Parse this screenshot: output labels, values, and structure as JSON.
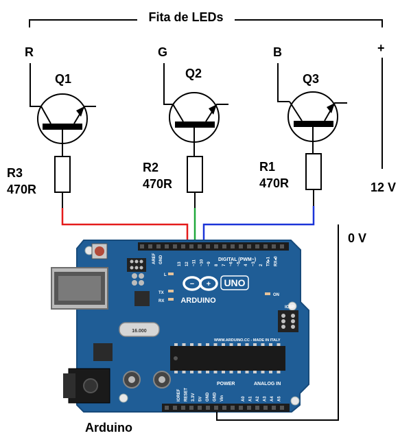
{
  "strip_label": "Fita de LEDs",
  "color_channels": {
    "red": "R",
    "green": "G",
    "blue": "B",
    "plus": "+"
  },
  "transistors": [
    {
      "name": "Q1"
    },
    {
      "name": "Q2"
    },
    {
      "name": "Q3"
    }
  ],
  "resistors": [
    {
      "name": "R3",
      "value": "470R"
    },
    {
      "name": "R2",
      "value": "470R"
    },
    {
      "name": "R1",
      "value": "470R"
    }
  ],
  "supply": {
    "v12": "12 V",
    "v0": "0 V"
  },
  "board": {
    "caption": "Arduino",
    "brand": "ARDUINO",
    "model": "UNO",
    "digital_header": "DIGITAL (PWM~)",
    "power_header": "POWER",
    "analog_header": "ANALOG IN",
    "website": "WWW.ARDUINO.CC - MADE IN ITALY",
    "crystal": "16.000",
    "aref": "AREF",
    "gnd": "GND",
    "on": "ON",
    "tx": "TX",
    "rx": "RX",
    "l": "L",
    "icsp": "ICSP",
    "digital_pins": [
      "13",
      "12",
      "~11",
      "~10",
      "~9",
      "8",
      "7",
      "~6",
      "~5",
      "4",
      "~3",
      "2",
      "TX▸1",
      "RX◂0"
    ],
    "power_pins": [
      "IOREF",
      "RESET",
      "3.3V",
      "5V",
      "GND",
      "GND",
      "Vin"
    ],
    "analog_pins": [
      "A0",
      "A1",
      "A2",
      "A3",
      "A4",
      "A5"
    ]
  },
  "wire_colors": {
    "red": "#e41b1b",
    "green": "#1fa83a",
    "blue": "#1b34d8",
    "black": "#000000"
  },
  "board_colors": {
    "pcb": "#1f5d96",
    "pcb_edge": "#174a7a"
  }
}
